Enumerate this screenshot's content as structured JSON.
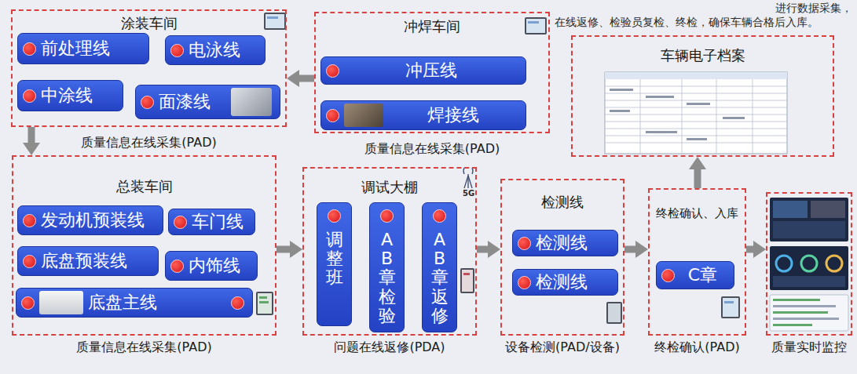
{
  "diagram": {
    "nodes": [
      {
        "text": [
          "涂装车间",
          "质量信息在线采集(PAD)"
        ]
      },
      {
        "text": [
          "前处理线"
        ],
        "in": 0
      },
      {
        "text": [
          "电泳线"
        ],
        "in": 0
      },
      {
        "text": [
          "中涂线"
        ],
        "in": 0
      },
      {
        "text": [
          "面漆线"
        ],
        "in": 0
      },
      {
        "text": [
          "冲焊车间",
          "质量信息在线采集(PAD)"
        ]
      },
      {
        "text": [
          "冲压线"
        ],
        "in": 5
      },
      {
        "text": [
          "焊接线"
        ],
        "in": 5
      },
      {
        "text": [
          "车辆电子档案"
        ]
      },
      {
        "text": [
          "总装车间",
          "质量信息在线采集(PAD)"
        ]
      },
      {
        "text": [
          "发动机预装线"
        ],
        "in": 9
      },
      {
        "text": [
          "车门线"
        ],
        "in": 9
      },
      {
        "text": [
          "底盘预装线"
        ],
        "in": 9
      },
      {
        "text": [
          "内饰线"
        ],
        "in": 9
      },
      {
        "text": [
          "底盘主线"
        ],
        "in": 9
      },
      {
        "text": [
          "调试大棚",
          "问题在线返修(PDA)"
        ]
      },
      {
        "text": [
          "调整班"
        ],
        "in": 15
      },
      {
        "text": [
          "AB章检验"
        ],
        "in": 15
      },
      {
        "text": [
          "AB章返修"
        ],
        "in": 15
      },
      {
        "text": [
          "检测线",
          "设备检测(PAD/设备)"
        ]
      },
      {
        "text": [
          "检测线"
        ],
        "in": 19
      },
      {
        "text": [
          "检测线"
        ],
        "in": 19
      },
      {
        "text": [
          "终检确认、入库",
          "终检确认(PAD)"
        ]
      },
      {
        "text": [
          "C章"
        ],
        "in": 22
      },
      {
        "text": [
          "质量实时监控"
        ]
      }
    ],
    "edges": [
      {
        "from": 5,
        "to": 0,
        "arrow": "to"
      },
      {
        "from": 0,
        "to": 9,
        "arrow": "to"
      },
      {
        "from": 9,
        "to": 15,
        "arrow": "to"
      },
      {
        "from": 15,
        "to": 19,
        "arrow": "to"
      },
      {
        "from": 19,
        "to": 22,
        "arrow": "to"
      },
      {
        "from": 22,
        "to": 8,
        "arrow": "to"
      },
      {
        "from": 22,
        "to": 24,
        "arrow": "to"
      }
    ],
    "labels": [
      "进行数据采集，",
      "在线返修、检验员复检、终检，确保车辆合格后入库。",
      "5G"
    ]
  }
}
